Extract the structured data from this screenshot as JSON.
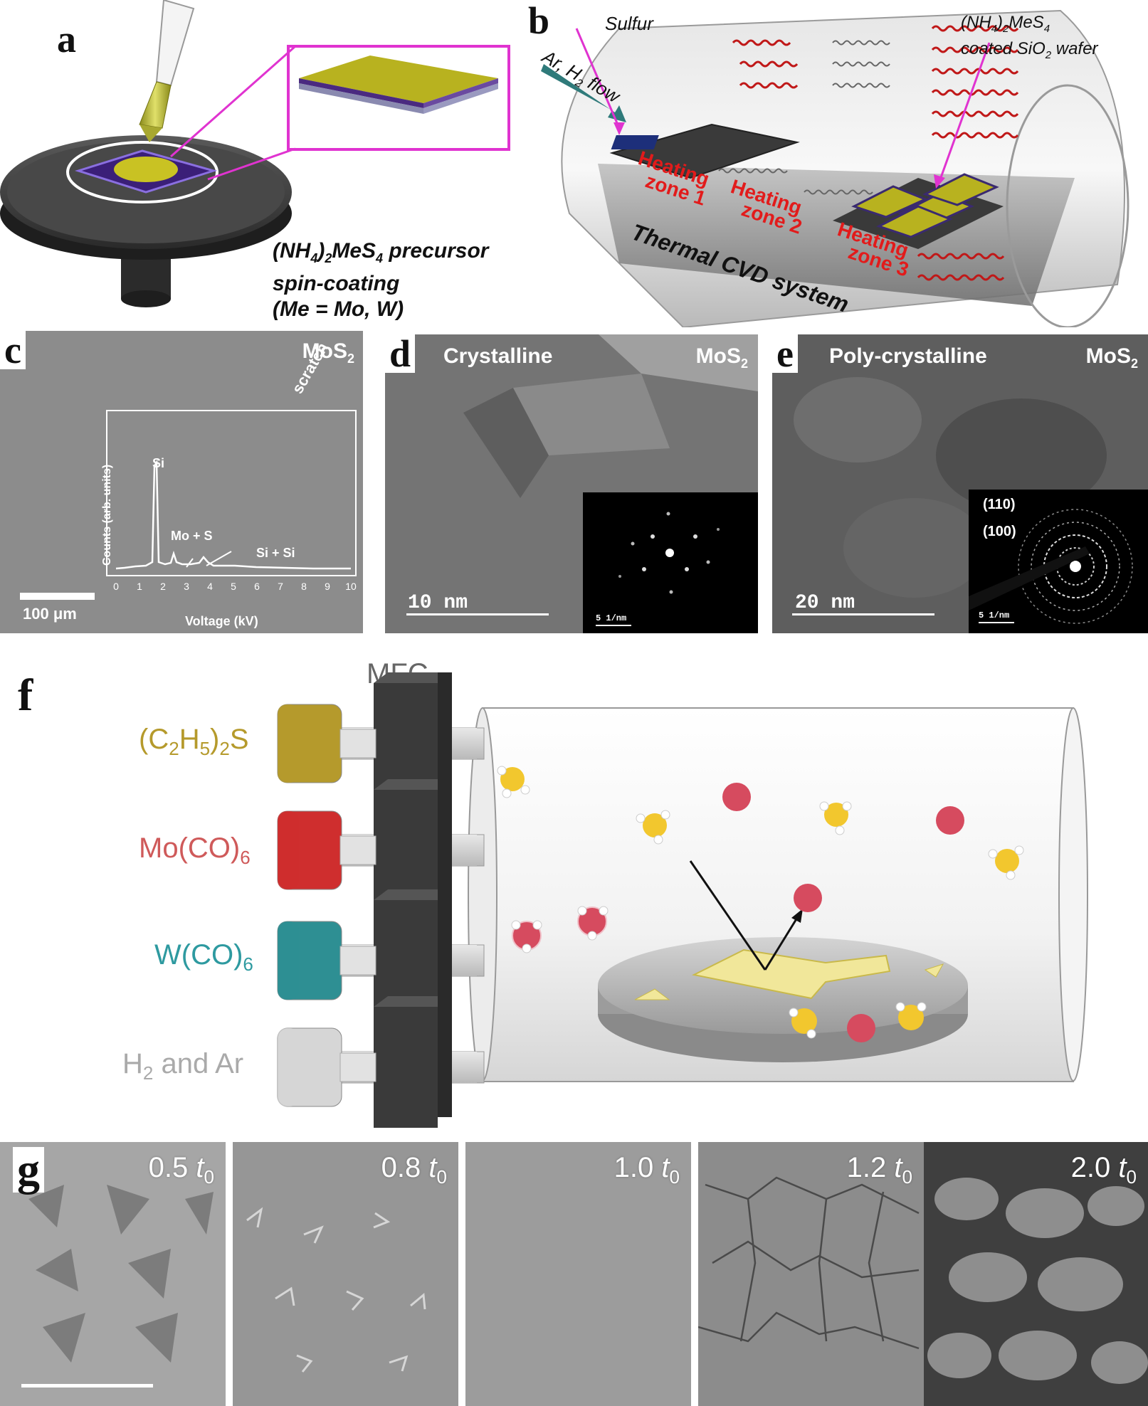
{
  "panel_a": {
    "label": "a",
    "caption_line1": "(NH4)2MeS4 precursor",
    "caption_line2": "spin-coating",
    "caption_line3": "(Me = Mo, W)"
  },
  "panel_b": {
    "label": "b",
    "sulfur": "Sulfur",
    "flow": "Ar, H2 flow",
    "wafer_line1": "(NH4)2MeS4",
    "wafer_line2": "coated SiO2 wafer",
    "zone1a": "Heating",
    "zone1b": "zone 1",
    "zone2a": "Heating",
    "zone2b": "zone 2",
    "zone3a": "Heating",
    "zone3b": "zone 3",
    "system": "Thermal CVD system"
  },
  "panel_c": {
    "label": "c",
    "material": "MoS2",
    "scratch": "scratch",
    "scale": "100 μm",
    "chart": {
      "ylabel": "Counts (arb. units)",
      "xlabel": "Voltage (kV)",
      "peak_si": "Si",
      "peak_mos": "Mo + S",
      "peak_sisi": "Si + Si",
      "ticks": [
        "0",
        "1",
        "2",
        "3",
        "4",
        "5",
        "6",
        "7",
        "8",
        "9",
        "10"
      ]
    }
  },
  "panel_d": {
    "label": "d",
    "title": "Crystalline",
    "material": "MoS2",
    "scale": "10 nm",
    "inset_scale": "5 1/nm"
  },
  "panel_e": {
    "label": "e",
    "title": "Poly-crystalline",
    "material": "MoS2",
    "scale": "20 nm",
    "ring1": "(110)",
    "ring2": "(100)",
    "inset_scale": "5 1/nm"
  },
  "panel_f": {
    "label": "f",
    "mfc": "MFC",
    "sources": [
      {
        "name": "(C2H5)2S",
        "color": "#b59a2c"
      },
      {
        "name": "Mo(CO)6",
        "color": "#cf2e2e"
      },
      {
        "name": "W(CO)6",
        "color": "#2e8f93"
      },
      {
        "name": "H2 and Ar",
        "color": "#d6d6d6"
      }
    ]
  },
  "panel_g": {
    "label": "g",
    "tiles": [
      {
        "value": "0.5",
        "unit": "t",
        "sub": "0"
      },
      {
        "value": "0.8",
        "unit": "t",
        "sub": "0"
      },
      {
        "value": "1.0",
        "unit": "t",
        "sub": "0"
      },
      {
        "value": "1.2",
        "unit": "t",
        "sub": "0"
      },
      {
        "value": "2.0",
        "unit": "t",
        "sub": "0"
      }
    ]
  }
}
